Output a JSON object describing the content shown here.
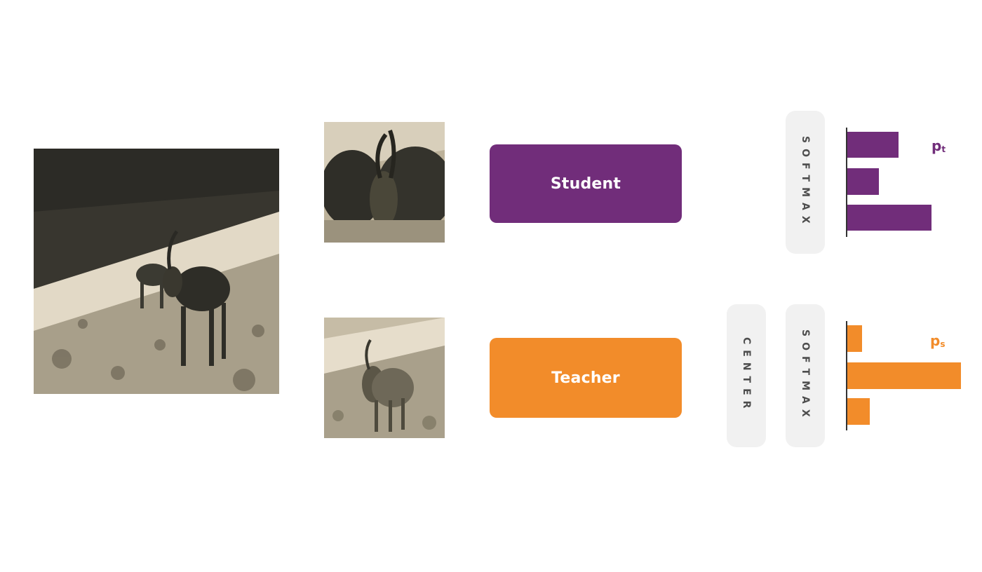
{
  "networks": {
    "student_label": "Student",
    "teacher_label": "Teacher"
  },
  "ops": {
    "softmax_label": "SOFTMAX",
    "center_label": "CENTER"
  },
  "outputs": {
    "student_prob": {
      "symbol": "p",
      "subscript": "t"
    },
    "teacher_prob": {
      "symbol": "p",
      "subscript": "s"
    }
  },
  "colors": {
    "student": "#712d7a",
    "teacher": "#f28c2a"
  },
  "chart_data": [
    {
      "type": "bar",
      "series": [
        {
          "values": [
            0.45,
            0.28,
            0.74
          ]
        }
      ]
    },
    {
      "type": "bar",
      "series": [
        {
          "values": [
            0.13,
            1.0,
            0.2
          ]
        }
      ]
    }
  ]
}
